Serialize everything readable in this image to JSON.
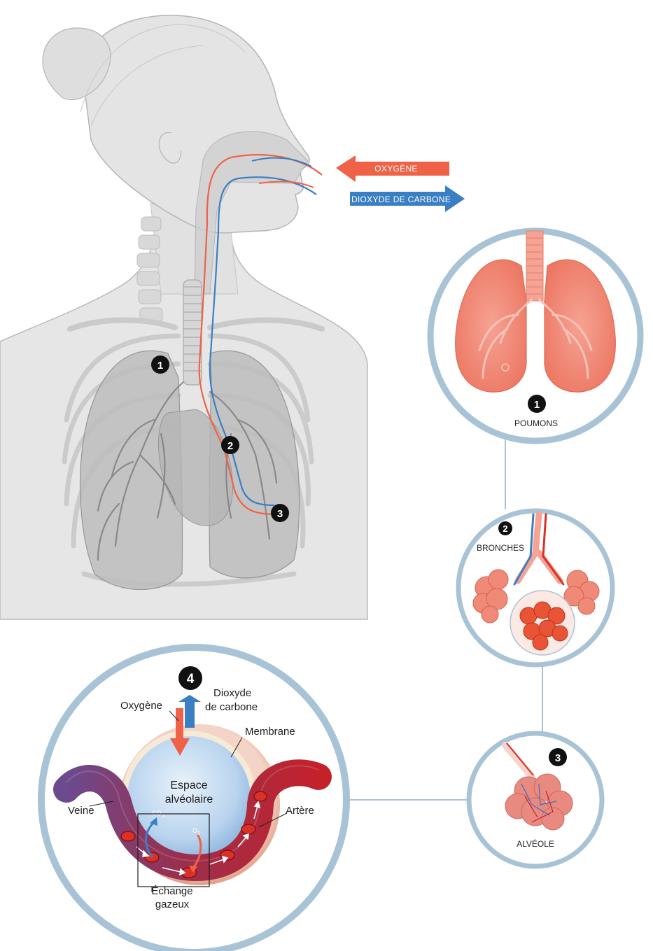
{
  "arrows": {
    "oxygen": "OXYGÈNE",
    "co2": "DIOXYDE DE CARBONE"
  },
  "markers": [
    "1",
    "2",
    "3",
    "4"
  ],
  "panels": {
    "lungs": {
      "number": "1",
      "label": "POUMONS"
    },
    "bronchi": {
      "number": "2",
      "label": "BRONCHES"
    },
    "alveolus": {
      "number": "3",
      "label": "ALVÉOLE"
    },
    "exchange": {
      "number": "4",
      "oxygen": "Oxygène",
      "co2_line1": "Dioxyde",
      "co2_line2": "de carbone",
      "membrane": "Membrane",
      "space_line1": "Espace",
      "space_line2": "alvéolaire",
      "vein": "Veine",
      "artery": "Artère",
      "co2_formula": "CO",
      "co2_sub": "2",
      "o2_formula": "O",
      "o2_sub": "2",
      "exchange_line1": "Échange",
      "exchange_line2": "gazeux"
    }
  },
  "colors": {
    "oxygen": "#ef6247",
    "co2": "#3a7fc4",
    "panel_ring": "#a8c3d6",
    "lung": "#f08a78",
    "blood": "#b3222a"
  }
}
